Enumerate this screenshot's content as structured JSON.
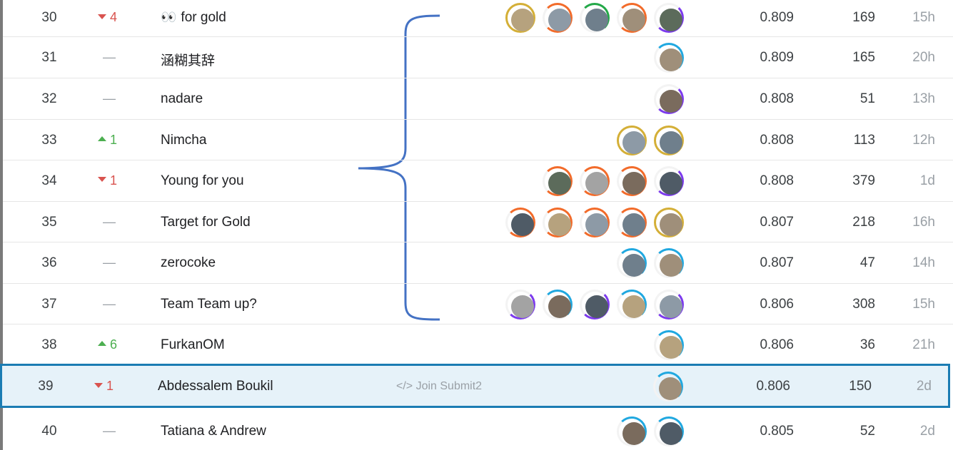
{
  "leaderboard": {
    "rows": [
      {
        "rank": "30",
        "change_dir": "down",
        "change": "4",
        "emoji": "👀",
        "team": "for gold",
        "score": "0.809",
        "entries": "169",
        "last": "15h",
        "avatars": [
          "gold",
          "orange",
          "green",
          "orange",
          "purple"
        ]
      },
      {
        "rank": "31",
        "change_dir": "none",
        "change": "—",
        "team": "涵糊其辞",
        "score": "0.809",
        "entries": "165",
        "last": "20h",
        "avatars": [
          "blue"
        ]
      },
      {
        "rank": "32",
        "change_dir": "none",
        "change": "—",
        "team": "nadare",
        "score": "0.808",
        "entries": "51",
        "last": "13h",
        "avatars": [
          "purple"
        ]
      },
      {
        "rank": "33",
        "change_dir": "up",
        "change": "1",
        "team": "Nimcha",
        "score": "0.808",
        "entries": "113",
        "last": "12h",
        "avatars": [
          "gold",
          "gold"
        ]
      },
      {
        "rank": "34",
        "change_dir": "down",
        "change": "1",
        "team": "Young for you",
        "score": "0.808",
        "entries": "379",
        "last": "1d",
        "avatars": [
          "orange",
          "orange",
          "orange",
          "purple"
        ]
      },
      {
        "rank": "35",
        "change_dir": "none",
        "change": "—",
        "team": "Target for Gold",
        "score": "0.807",
        "entries": "218",
        "last": "16h",
        "avatars": [
          "orange",
          "orange",
          "orange",
          "orange",
          "gold"
        ]
      },
      {
        "rank": "36",
        "change_dir": "none",
        "change": "—",
        "team": "zerocoke",
        "score": "0.807",
        "entries": "47",
        "last": "14h",
        "avatars": [
          "blue",
          "blue"
        ]
      },
      {
        "rank": "37",
        "change_dir": "none",
        "change": "—",
        "team": "Team Team up?",
        "score": "0.806",
        "entries": "308",
        "last": "15h",
        "avatars": [
          "purple",
          "blue",
          "purple",
          "blue",
          "purple"
        ]
      },
      {
        "rank": "38",
        "change_dir": "up",
        "change": "6",
        "team": "FurkanOM",
        "score": "0.806",
        "entries": "36",
        "last": "21h",
        "avatars": [
          "blue"
        ]
      },
      {
        "rank": "39",
        "change_dir": "down",
        "change": "1",
        "team": "Abdessalem Boukil",
        "join": "</> Join Submit2",
        "selected": true,
        "score": "0.806",
        "entries": "150",
        "last": "2d",
        "avatars": [
          "blue"
        ]
      },
      {
        "rank": "40",
        "change_dir": "none",
        "change": "—",
        "team": "Tatiana & Andrew",
        "score": "0.805",
        "entries": "52",
        "last": "2d",
        "avatars": [
          "blue",
          "blue"
        ]
      }
    ]
  },
  "colors": {
    "orange": "#f26b2a",
    "purple": "#7c3aed",
    "blue": "#20a8e0",
    "gold": "#d4af37",
    "selected_border": "#1b7cb3",
    "bracket": "#4472c4"
  }
}
